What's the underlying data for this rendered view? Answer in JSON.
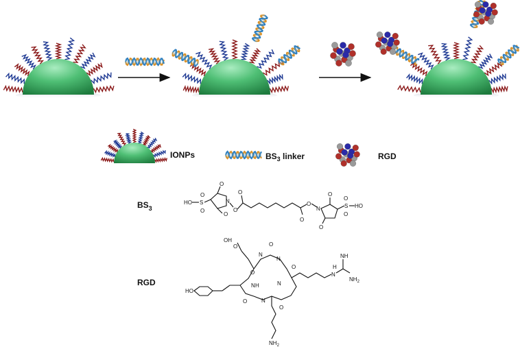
{
  "colors": {
    "sphere_top": "#a9ecc0",
    "sphere_mid": "#4fbf75",
    "sphere_bottom": "#1d7a3d",
    "ligand_red": "#8b1a1a",
    "ligand_blue": "#1f3a93",
    "linker_orange": "#d9922b",
    "linker_blue": "#2f7fbf",
    "rgd_blue": "#2a2aa8",
    "rgd_red": "#b0302a",
    "rgd_grey": "#9a9a9a"
  },
  "legend": {
    "ionps": "IONPs",
    "linker": "BS",
    "linker_sub": "3",
    "linker_suffix": " linker",
    "rgd": "RGD"
  },
  "bs3": {
    "label": "BS",
    "label_sub": "3",
    "atoms": {
      "hso3": "HO",
      "s": "S",
      "o": "O",
      "n": "N"
    }
  },
  "rgd_structure": {
    "label": "RGD",
    "atoms": {
      "ho": "HO",
      "oh": "OH",
      "o": "O",
      "n": "N",
      "h": "H",
      "nh": "NH",
      "nh2": "NH",
      "nh2_sub": "2"
    }
  },
  "icon_names": [
    "nanoparticle-icon",
    "bs3-linker-icon",
    "rgd-molecule-icon",
    "right-arrow-icon"
  ]
}
